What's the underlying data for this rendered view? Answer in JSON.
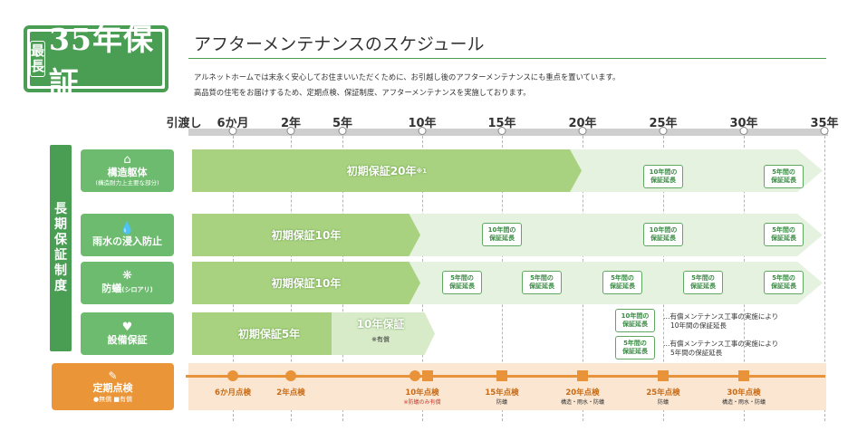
{
  "badge": {
    "prefix": "最長",
    "main": "35年保証"
  },
  "title": "アフターメンテナンスのスケジュール",
  "intro": [
    "アルネットホームでは末永く安心してお住まいいただくために、お引越し後のアフターメンテナンスにも重点を置いています。",
    "高品質の住宅をお届けするため、定期点検、保証制度、アフターメンテナンスを実施しております。"
  ],
  "timeline": [
    "引渡し",
    "6か月",
    "2年",
    "5年",
    "10年",
    "15年",
    "20年",
    "25年",
    "30年",
    "35年"
  ],
  "long_term_label": [
    "長",
    "期",
    "保",
    "証",
    "制",
    "度"
  ],
  "categories": [
    {
      "icon": "house-icon",
      "name": "構造躯体",
      "sub": "(構造耐力上主要な部分)"
    },
    {
      "icon": "water-drop-icon",
      "name": "雨水の浸入防止",
      "sub": ""
    },
    {
      "icon": "termite-icon",
      "name": "防蟻",
      "sub": "(シロアリ)"
    },
    {
      "icon": "heart-icon",
      "name": "設備保証",
      "sub": ""
    }
  ],
  "rows": {
    "structure_initial": "初期保証20年",
    "structure_note": "※1",
    "rain_initial": "初期保証10年",
    "termite_initial": "初期保証10年",
    "equip_initial": "初期保証5年",
    "equip_paid": "10年保証",
    "equip_paid_note": "※有償"
  },
  "ext10": [
    "10年間の",
    "保証延長"
  ],
  "ext5": [
    "5年間の",
    "保証延長"
  ],
  "legend": {
    "ext10_text": [
      "…有償メンテナンス工事の実施により",
      "10年間の保証延長"
    ],
    "ext5_text": [
      "…有償メンテナンス工事の実施により",
      "5年間の保証延長"
    ]
  },
  "inspection": {
    "title": "定期点検",
    "legend": "●無償 ■有償",
    "points": [
      {
        "label": "6か月点検",
        "sub": ""
      },
      {
        "label": "2年点検",
        "sub": ""
      },
      {
        "label": "10年点検",
        "sub": "※防蟻のみ有償"
      },
      {
        "label": "15年点検",
        "sub": "防蟻"
      },
      {
        "label": "20年点検",
        "sub": "構造・雨水・防蟻"
      },
      {
        "label": "25年点検",
        "sub": "防蟻"
      },
      {
        "label": "30年点検",
        "sub": "構造・雨水・防蟻"
      }
    ]
  },
  "colors": {
    "green": "#4a9e54",
    "light_green": "#a8d27f",
    "orange": "#ea9537"
  }
}
